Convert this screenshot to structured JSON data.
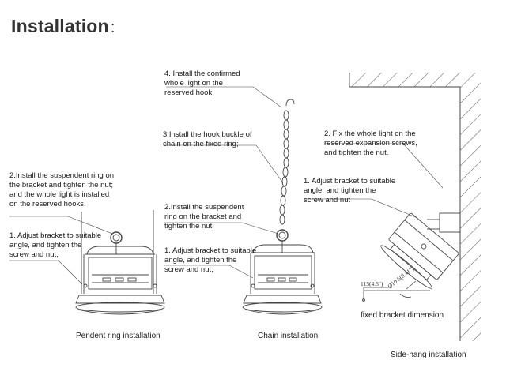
{
  "title": {
    "text": "Installation",
    "colon": ":"
  },
  "pendent": {
    "note_ring": "2.Install the suspendent ring on\nthe bracket and tighten the nut;\nand the whole light is installed\non the reserved hooks.",
    "note_bracket": "1. Adjust bracket to suitable\nangle, and tighten the\nscrew and nut;",
    "caption": "Pendent ring installation"
  },
  "chain": {
    "note_hook": "4. Install the confirmed\nwhole light on the\nreserved hook;",
    "note_buckle": "3.Install the hook buckle of\nchain on the fixed ring;",
    "note_ring": "2.Install the suspendent\nring on the bracket and\ntighten the nut;",
    "note_bracket": "1. Adjust bracket to suitable\nangle, and tighten the\nscrew and nut;",
    "caption": "Chain installation"
  },
  "sidehang": {
    "note_fix": "2. Fix the whole light on the\nreserved expansion screws,\nand tighten the nut.",
    "note_bracket": "1. Adjust bracket to suitable\nangle, and tighten the\nscrew and nut",
    "dim_1": "115(4.5\")",
    "dim_2": "Ø10.5(0.41\")",
    "dim_caption": "fixed bracket dimension",
    "caption": "Side-hang installation"
  }
}
